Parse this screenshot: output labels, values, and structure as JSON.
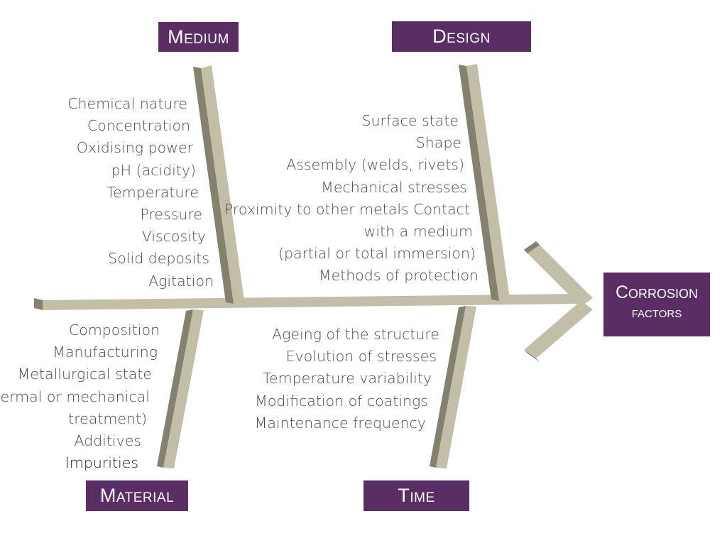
{
  "categories": {
    "medium": {
      "title": "Medium",
      "causes": [
        "Chemical nature",
        "Concentration",
        "Oxidising power",
        "pH (acidity)",
        "Temperature",
        "Pressure",
        "Viscosity",
        "Solid deposits",
        "Agitation"
      ]
    },
    "design": {
      "title": "Design",
      "causes": [
        "Surface state",
        "Shape",
        "Assembly (welds, rivets)",
        "Mechanical stresses",
        "Proximity to other metals Contact",
        "with a medium",
        "(partial or total immersion)",
        "Methods of protection"
      ]
    },
    "material": {
      "title": "Material",
      "causes": [
        "Composition",
        "Manufacturing",
        "Metallurgical state",
        "(thermal or mechanical",
        "treatment)",
        "Additives",
        "Impurities"
      ]
    },
    "time": {
      "title": "Time",
      "causes": [
        "Ageing of the structure",
        "Evolution of stresses",
        "Temperature variability",
        "Modification of coatings",
        "Maintenance frequency"
      ]
    }
  },
  "effect": {
    "line1": "Corrosion",
    "line2": "factors"
  },
  "colors": {
    "box_fill": "#5a2d64",
    "bone_face": "#c2bea8",
    "bone_side": "#84826f",
    "cause_text": "#4a4a4a"
  }
}
